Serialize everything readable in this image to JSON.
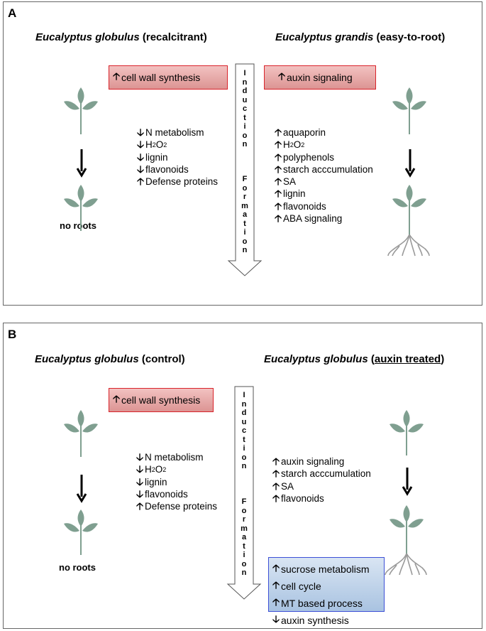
{
  "panel_a": {
    "label": "A",
    "left_title": {
      "species": "Eucalyptus globulus",
      "suffix": " (recalcitrant)"
    },
    "right_title": {
      "species": "Eucalyptus grandis",
      "suffix": " (easy-to-root)"
    },
    "left_box": {
      "arrow": "up",
      "text": "cell wall synthesis"
    },
    "right_box": {
      "arrow": "up",
      "text": "auxin signaling"
    },
    "left_list": [
      {
        "arrow": "down",
        "text": "N metabolism"
      },
      {
        "arrow": "down",
        "text": "H",
        "sub": "2",
        "text2": "O",
        "sub2": "2"
      },
      {
        "arrow": "down",
        "text": "lignin"
      },
      {
        "arrow": "down",
        "text": "flavonoids"
      },
      {
        "arrow": "up",
        "text": "Defense proteins"
      }
    ],
    "right_list": [
      {
        "arrow": "up",
        "text": "aquaporin"
      },
      {
        "arrow": "up",
        "text": "H",
        "sub": "2",
        "text2": "O",
        "sub2": "2"
      },
      {
        "arrow": "up",
        "text": "polyphenols"
      },
      {
        "arrow": "up",
        "text": "starch acccumulation"
      },
      {
        "arrow": "up",
        "text": "SA"
      },
      {
        "arrow": "up",
        "text": "lignin"
      },
      {
        "arrow": "up",
        "text": "flavonoids"
      },
      {
        "arrow": "up",
        "text": "ABA signaling"
      }
    ],
    "no_roots": "no roots",
    "arrow_text": {
      "induction": "Induction",
      "formation": "Formation"
    }
  },
  "panel_b": {
    "label": "B",
    "left_title": {
      "species": "Eucalyptus globulus",
      "suffix": " (control)"
    },
    "right_title": {
      "species": "Eucalyptus globulus",
      "suffix": "auxin treated"
    },
    "left_box": {
      "arrow": "up",
      "text": "cell wall synthesis"
    },
    "left_list": [
      {
        "arrow": "down",
        "text": "N metabolism"
      },
      {
        "arrow": "down",
        "text": "H",
        "sub": "2",
        "text2": "O",
        "sub2": "2"
      },
      {
        "arrow": "down",
        "text": "lignin"
      },
      {
        "arrow": "down",
        "text": "flavonoids"
      },
      {
        "arrow": "up",
        "text": "Defense proteins"
      }
    ],
    "right_list": [
      {
        "arrow": "up",
        "text": "auxin signaling"
      },
      {
        "arrow": "up",
        "text": "starch acccumulation"
      },
      {
        "arrow": "up",
        "text": "SA"
      },
      {
        "arrow": "up",
        "text": "flavonoids"
      }
    ],
    "blue_box": [
      {
        "arrow": "up",
        "text": "sucrose metabolism"
      },
      {
        "arrow": "up",
        "text": "cell cycle"
      },
      {
        "arrow": "up",
        "text": "MT based process"
      },
      {
        "arrow": "down",
        "text": "auxin synthesis"
      }
    ],
    "no_roots": "no roots",
    "arrow_text": {
      "induction": "Induction",
      "formation": "Formation"
    }
  },
  "colors": {
    "leaf": "#7f9f90",
    "root": "#9a9a9a",
    "red_border": "#d9232a",
    "blue_border": "#3c4fd6"
  }
}
